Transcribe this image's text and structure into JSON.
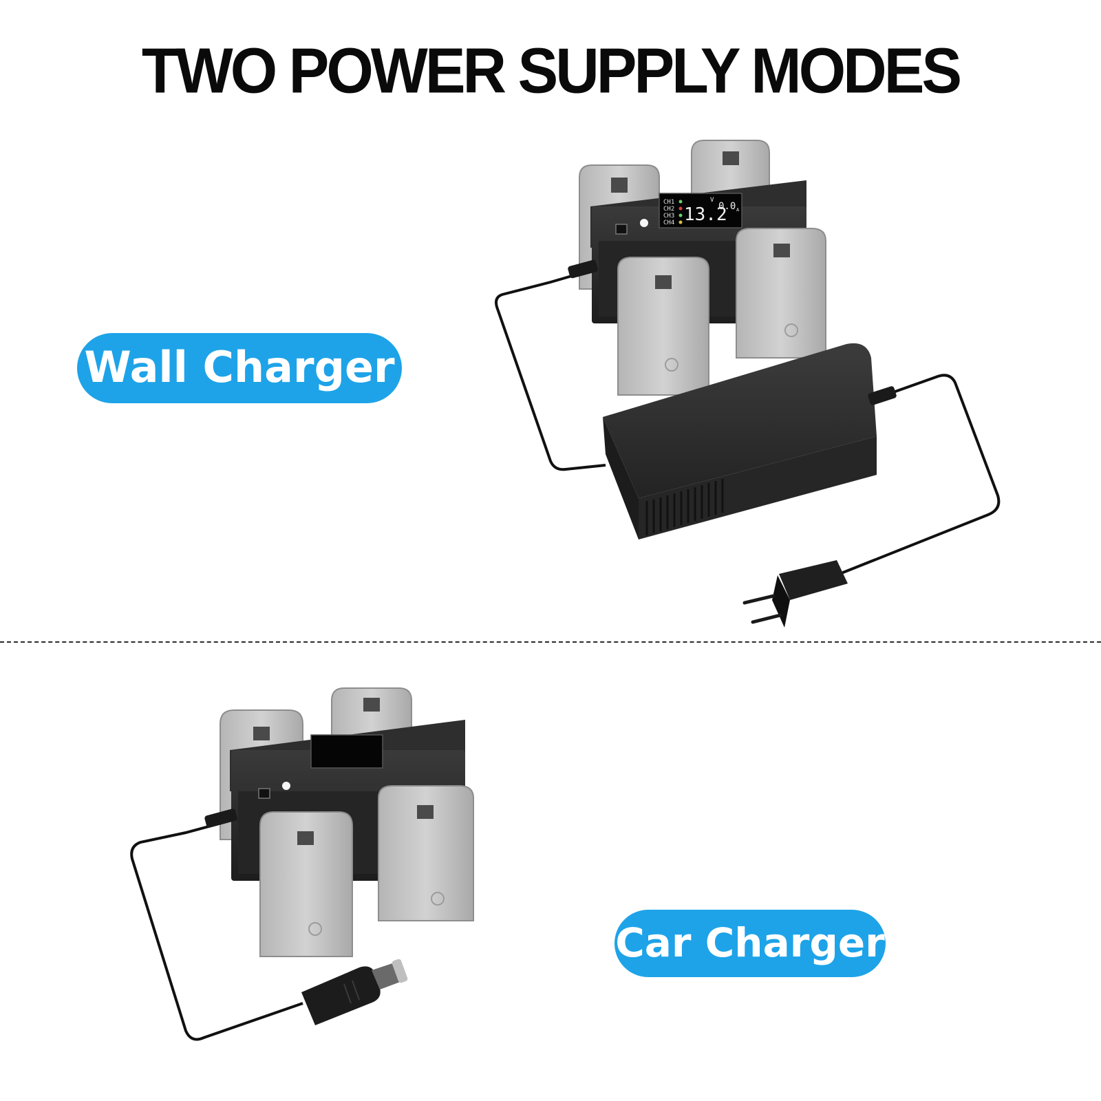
{
  "title": "TWO POWER SUPPLY MODES",
  "modes": {
    "wall": {
      "label": "Wall Charger"
    },
    "car": {
      "label": "Car Charger"
    }
  },
  "display": {
    "channels": [
      "CH1",
      "CH2",
      "CH3",
      "CH4"
    ],
    "voltage": "13.2",
    "voltage_unit": "V",
    "current": "0.0",
    "current_unit": "A"
  },
  "colors": {
    "pill": "#1ea3e8",
    "hub": "#2b2b2b",
    "battery": "#c9c9c9",
    "adapter": "#333333"
  }
}
